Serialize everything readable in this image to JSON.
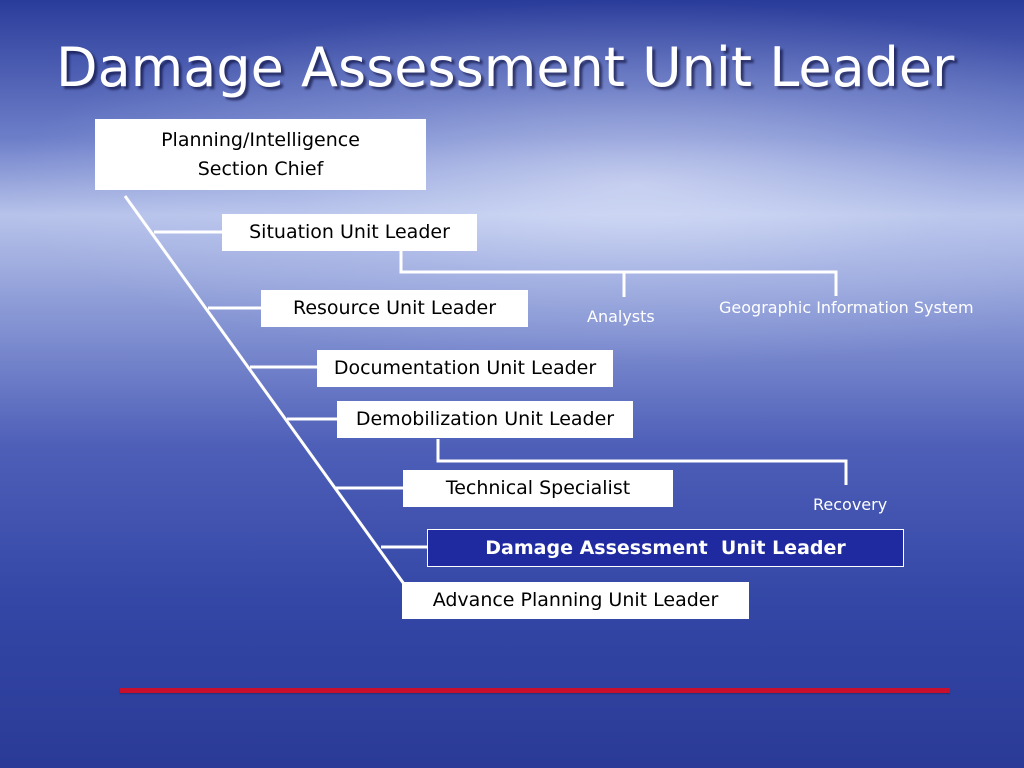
{
  "title": "Damage Assessment Unit Leader",
  "colors": {
    "highlight_box": "#1f2aa0",
    "rule": "#c8102e",
    "connector": "#ffffff"
  },
  "nodes": {
    "chief": "Planning/Intelligence\nSection Chief",
    "situation": "Situation Unit Leader",
    "resource": "Resource Unit Leader",
    "documentation": "Documentation Unit Leader",
    "demobilization": "Demobilization Unit Leader",
    "technical": "Technical Specialist",
    "damage": "Damage Assessment  Unit Leader",
    "advance": "Advance Planning Unit Leader"
  },
  "sub_labels": {
    "analysts": "Analysts",
    "gis": "Geographic Information System",
    "recovery": "Recovery"
  }
}
